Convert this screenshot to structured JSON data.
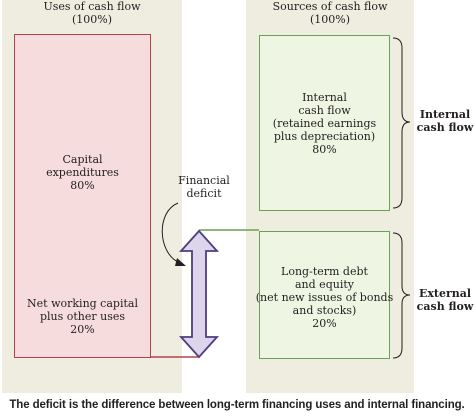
{
  "uses": {
    "header_line1": "Uses of cash flow",
    "header_line2": "(100%)",
    "capital": {
      "line1": "Capital",
      "line2": "expenditures",
      "pct": "80%"
    },
    "working": {
      "line1": "Net working capital",
      "line2": "plus other uses",
      "pct": "20%"
    }
  },
  "sources": {
    "header_line1": "Sources of cash flow",
    "header_line2": "(100%)",
    "internal": {
      "line1": "Internal",
      "line2": "cash flow",
      "line3": "(retained earnings",
      "line4": "plus depreciation)",
      "pct": "80%"
    },
    "external": {
      "line1": "Long-term debt",
      "line2": "and equity",
      "line3": "(net new issues of bonds",
      "line4": "and stocks)",
      "pct": "20%"
    }
  },
  "deficit": {
    "line1": "Financial",
    "line2": "deficit"
  },
  "brackets": {
    "internal": {
      "line1": "Internal",
      "line2": "cash flow"
    },
    "external": {
      "line1": "External",
      "line2": "cash flow"
    }
  },
  "caption": "The deficit is the difference between long-term financing uses and internal financing.",
  "colors": {
    "panel": "#efece0",
    "uses_border": "#b4434f",
    "uses_fill": "#f6dcdc",
    "sources_border": "#6aa152",
    "sources_fill": "#eef5e2",
    "arrow_fill": "#ddd5ec",
    "arrow_stroke": "#4f3d7e"
  }
}
